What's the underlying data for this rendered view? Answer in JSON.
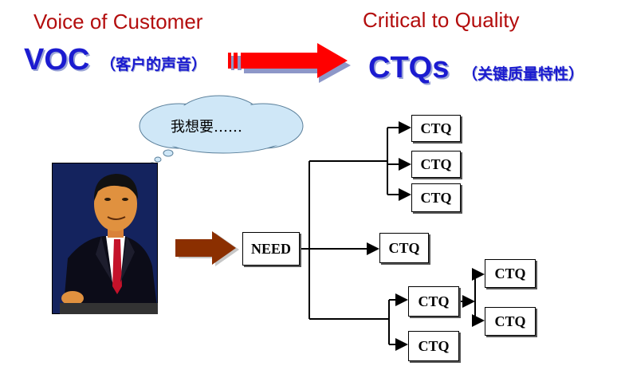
{
  "header": {
    "left_title": "Voice of Customer",
    "right_title": "Critical to Quality",
    "voc_label": "VOC",
    "voc_cn": "（客户的声音）",
    "ctq_label": "CTQs",
    "ctq_cn": "（关键质量特性）"
  },
  "thought": {
    "text": "我想要……"
  },
  "need_label": "NEED",
  "ctq_boxes": [
    "CTQ",
    "CTQ",
    "CTQ",
    "CTQ",
    "CTQ",
    "CTQ",
    "CTQ",
    "CTQ"
  ],
  "colors": {
    "title_red": "#b30d0d",
    "blue": "#1b1bd0",
    "arrow_red": "#ff0000",
    "arrow_brown": "#8b2f00",
    "cloud": "#cfe7f7"
  }
}
